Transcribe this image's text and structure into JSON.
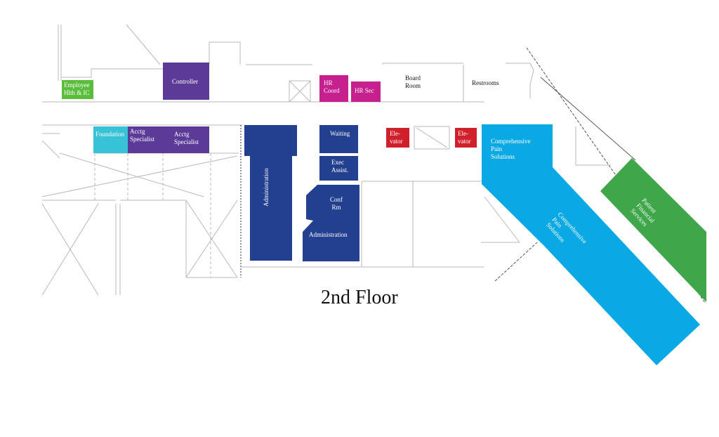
{
  "map": {
    "title": "2nd Floor",
    "colors": {
      "green": "#5bbd3c",
      "purple": "#5c3b98",
      "teal": "#37c2d8",
      "magenta": "#c61f8e",
      "navy": "#233f8f",
      "red": "#d11f2c",
      "sky": "#0aa9e6",
      "dark_green": "#3fa64a"
    },
    "rooms": {
      "employee_health": {
        "line1": "Employee",
        "line2": "Hlth & IC"
      },
      "controller": {
        "label": "Controller"
      },
      "hr_coord": {
        "line1": "HR",
        "line2": "Coord"
      },
      "hr_sec": {
        "label": "HR Sec"
      },
      "board_room": {
        "line1": "Board",
        "line2": "Room"
      },
      "restrooms": {
        "label": "Restrooms"
      },
      "foundation": {
        "label": "Foundation"
      },
      "acctg_specialist_1": {
        "line1": "Acctg",
        "line2": "Specialist"
      },
      "acctg_specialist_2": {
        "line1": "Acctg",
        "line2": "Specialist"
      },
      "administration_west": {
        "label": "Administration"
      },
      "waiting": {
        "label": "Waiting"
      },
      "exec_assist": {
        "line1": "Exec",
        "line2": "Assist."
      },
      "conf_rm": {
        "line1": "Conf",
        "line2": "Rm"
      },
      "administration_east": {
        "label": "Administration"
      },
      "elevator_1": {
        "line1": "Ele-",
        "line2": "vator"
      },
      "elevator_2": {
        "line1": "Ele-",
        "line2": "vator"
      },
      "comprehensive_pain_1": {
        "line1": "Comprehensive",
        "line2": "Pain",
        "line3": "Solutions"
      },
      "comprehensive_pain_2": {
        "line1": "Comprehensive",
        "line2": "Pain",
        "line3": "Solutions"
      },
      "patient_financial": {
        "line1": "Patient",
        "line2": "Financial",
        "line3": "Services"
      }
    }
  }
}
